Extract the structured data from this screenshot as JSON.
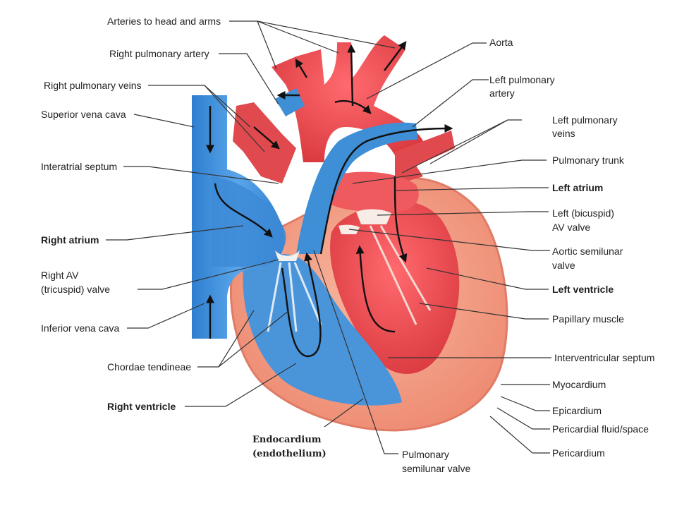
{
  "labels": {
    "arteries_head_arms": "Arteries to head and arms",
    "right_pulmonary_artery": "Right pulmonary artery",
    "right_pulmonary_veins": "Right pulmonary veins",
    "superior_vena_cava": "Superior vena cava",
    "interatrial_septum": "Interatrial septum",
    "right_atrium": "Right atrium",
    "right_av_valve_1": "Right AV",
    "right_av_valve_2": "(tricuspid) valve",
    "inferior_vena_cava": "Inferior vena cava",
    "chordae_tendineae": "Chordae tendineae",
    "right_ventricle": "Right ventricle",
    "endocardium_1": "Endocardium",
    "endocardium_2": "(endothelium)",
    "pulmonary_semilunar_1": "Pulmonary",
    "pulmonary_semilunar_2": "semilunar valve",
    "aorta": "Aorta",
    "left_pulmonary_artery_1": "Left pulmonary",
    "left_pulmonary_artery_2": "artery",
    "left_pulmonary_veins_1": "Left pulmonary",
    "left_pulmonary_veins_2": "veins",
    "pulmonary_trunk": "Pulmonary trunk",
    "left_atrium": "Left atrium",
    "left_bicuspid_1": "Left (bicuspid)",
    "left_bicuspid_2": "AV valve",
    "aortic_semilunar_1": "Aortic semilunar",
    "aortic_semilunar_2": "valve",
    "left_ventricle": "Left ventricle",
    "papillary_muscle": "Papillary muscle",
    "interventricular_septum": "Interventricular septum",
    "myocardium": "Myocardium",
    "epicardium": "Epicardium",
    "pericardial_fluid": "Pericardial fluid/space",
    "pericardium": "Pericardium"
  },
  "colors": {
    "oxygenated": "#e84a4f",
    "deoxygenated": "#3f8fd6",
    "myocardium": "#f3a08a",
    "leader_line": "#333333",
    "flow_arrow": "#111111"
  }
}
